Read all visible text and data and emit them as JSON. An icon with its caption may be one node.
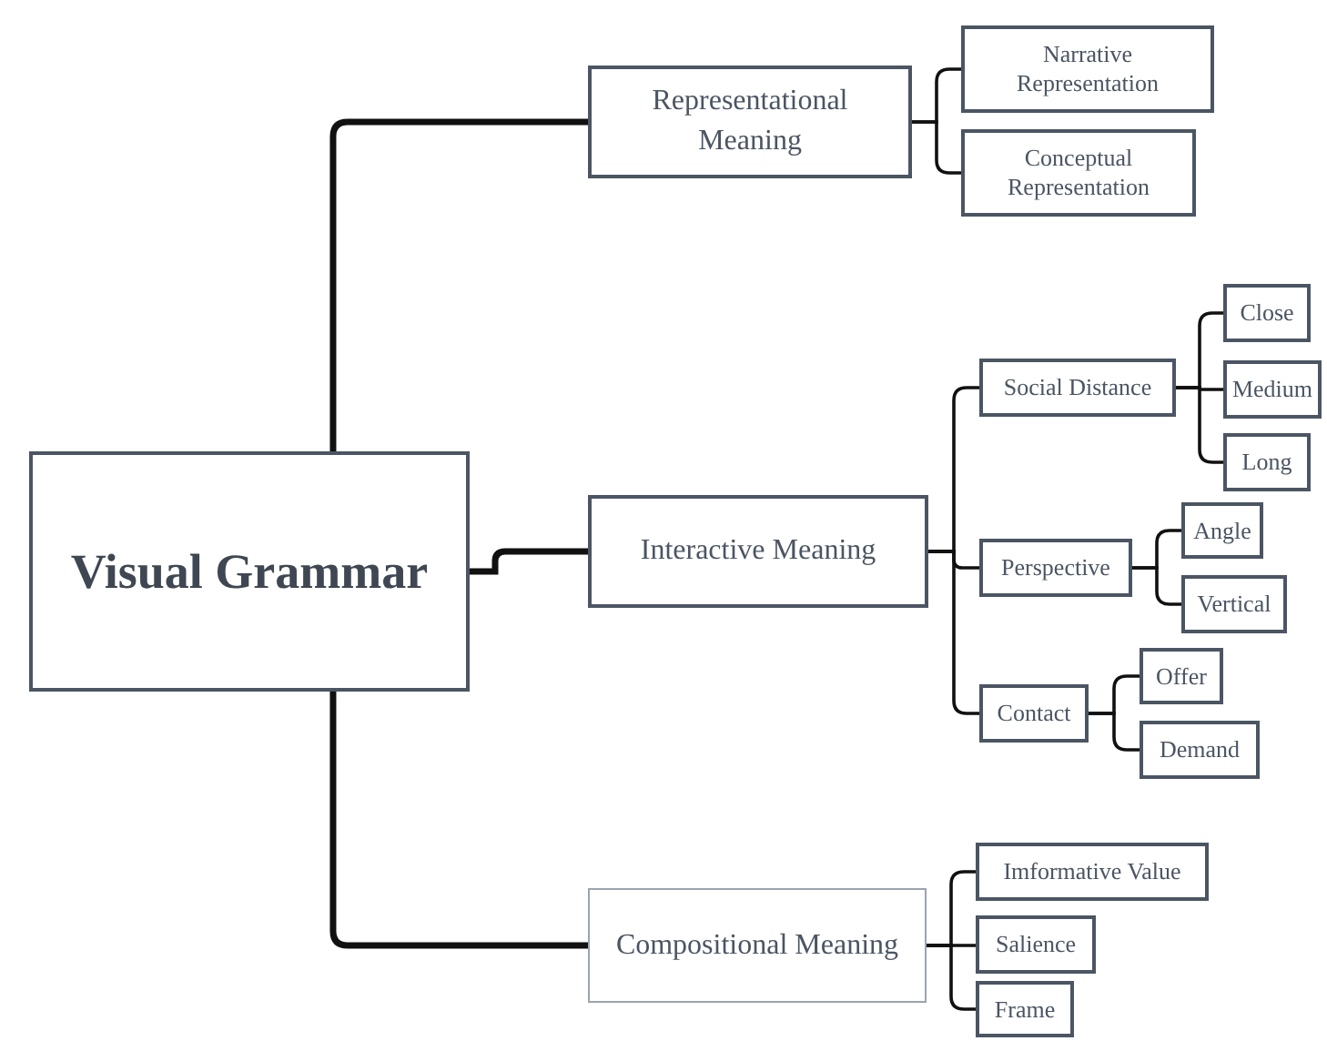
{
  "diagram": {
    "nodes": [
      {
        "text": [
          "Visual Grammar"
        ]
      },
      {
        "text": [
          "Representational Meaning"
        ]
      },
      {
        "text": [
          "Narrative Representation"
        ]
      },
      {
        "text": [
          "Conceptual Representation"
        ]
      },
      {
        "text": [
          "Interactive Meaning"
        ]
      },
      {
        "text": [
          "Social Distance"
        ]
      },
      {
        "text": [
          "Close"
        ]
      },
      {
        "text": [
          "Medium"
        ]
      },
      {
        "text": [
          "Long"
        ]
      },
      {
        "text": [
          "Perspective"
        ]
      },
      {
        "text": [
          "Angle"
        ]
      },
      {
        "text": [
          "Vertical"
        ]
      },
      {
        "text": [
          "Contact"
        ]
      },
      {
        "text": [
          "Offer"
        ]
      },
      {
        "text": [
          "Demand"
        ]
      },
      {
        "text": [
          "Compositional Meaning"
        ]
      },
      {
        "text": [
          "Imformative Value"
        ]
      },
      {
        "text": [
          "Salience"
        ]
      },
      {
        "text": [
          "Frame"
        ]
      }
    ],
    "edges": [
      {
        "from": 0,
        "to": 1,
        "arrow": "none",
        "style": "thick"
      },
      {
        "from": 0,
        "to": 4,
        "arrow": "none",
        "style": "thick"
      },
      {
        "from": 0,
        "to": 15,
        "arrow": "none",
        "style": "thick"
      },
      {
        "from": 1,
        "to": 2,
        "arrow": "none"
      },
      {
        "from": 1,
        "to": 3,
        "arrow": "none"
      },
      {
        "from": 4,
        "to": 5,
        "arrow": "none"
      },
      {
        "from": 4,
        "to": 9,
        "arrow": "none"
      },
      {
        "from": 4,
        "to": 12,
        "arrow": "none"
      },
      {
        "from": 5,
        "to": 6,
        "arrow": "none"
      },
      {
        "from": 5,
        "to": 7,
        "arrow": "none"
      },
      {
        "from": 5,
        "to": 8,
        "arrow": "none"
      },
      {
        "from": 9,
        "to": 10,
        "arrow": "none"
      },
      {
        "from": 9,
        "to": 11,
        "arrow": "none"
      },
      {
        "from": 12,
        "to": 13,
        "arrow": "none"
      },
      {
        "from": 12,
        "to": 14,
        "arrow": "none"
      },
      {
        "from": 15,
        "to": 16,
        "arrow": "none"
      },
      {
        "from": 15,
        "to": 17,
        "arrow": "none"
      },
      {
        "from": 15,
        "to": 18,
        "arrow": "none"
      }
    ]
  }
}
